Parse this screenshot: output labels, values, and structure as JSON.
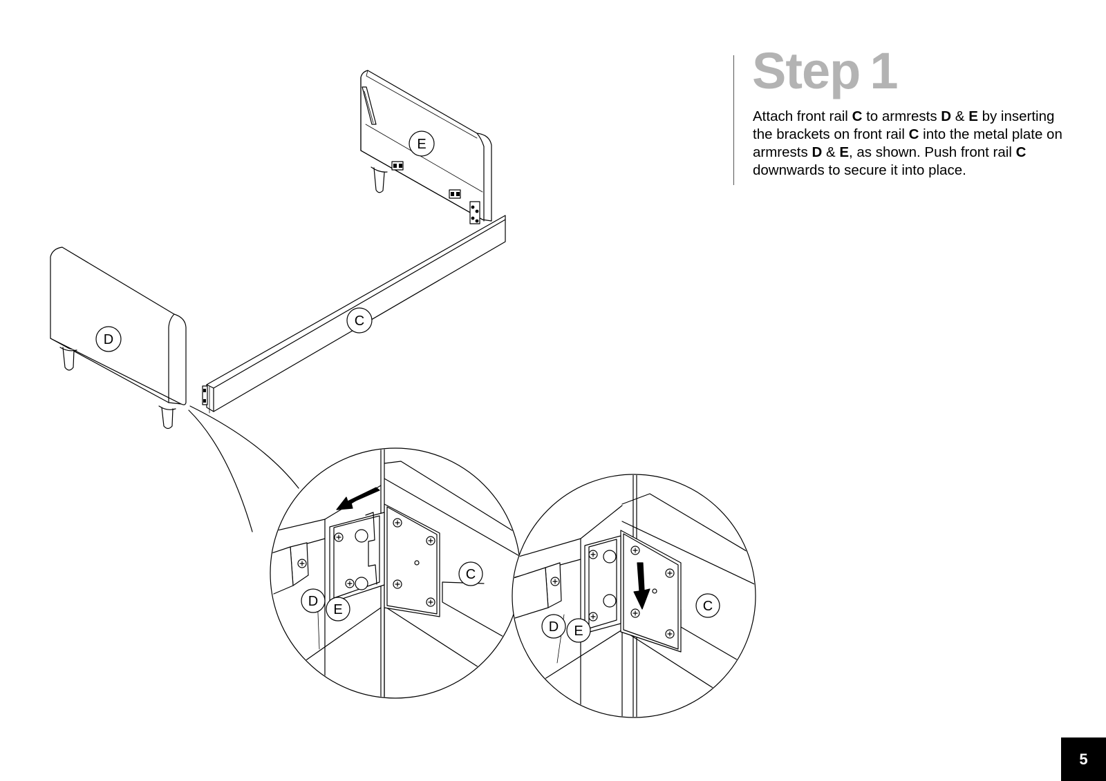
{
  "step": {
    "word": "Step",
    "number": "1"
  },
  "instructions": [
    {
      "text": "Attach front rail ",
      "bold": false
    },
    {
      "text": "C",
      "bold": true
    },
    {
      "text": " to armrests ",
      "bold": false
    },
    {
      "text": "D",
      "bold": true
    },
    {
      "text": " & ",
      "bold": false
    },
    {
      "text": "E",
      "bold": true
    },
    {
      "text": " by inserting the brackets on front rail ",
      "bold": false
    },
    {
      "text": "C",
      "bold": true
    },
    {
      "text": " into the metal plate on armrests ",
      "bold": false
    },
    {
      "text": "D",
      "bold": true
    },
    {
      "text": " & ",
      "bold": false
    },
    {
      "text": "E",
      "bold": true
    },
    {
      "text": ",  as shown. Push front rail ",
      "bold": false
    },
    {
      "text": "C",
      "bold": true
    },
    {
      "text": " downwards to secure it into place.",
      "bold": false
    }
  ],
  "part_labels": {
    "armrest_left": "D",
    "armrest_right": "E",
    "front_rail": "C"
  },
  "detail_labels": {
    "left": {
      "d": "D",
      "e": "E",
      "c": "C"
    },
    "right": {
      "d": "D",
      "e": "E",
      "c": "C"
    }
  },
  "page_number": "5",
  "colors": {
    "title_gray": "#b3b3b3",
    "line": "#000000",
    "badge": "#000000"
  }
}
